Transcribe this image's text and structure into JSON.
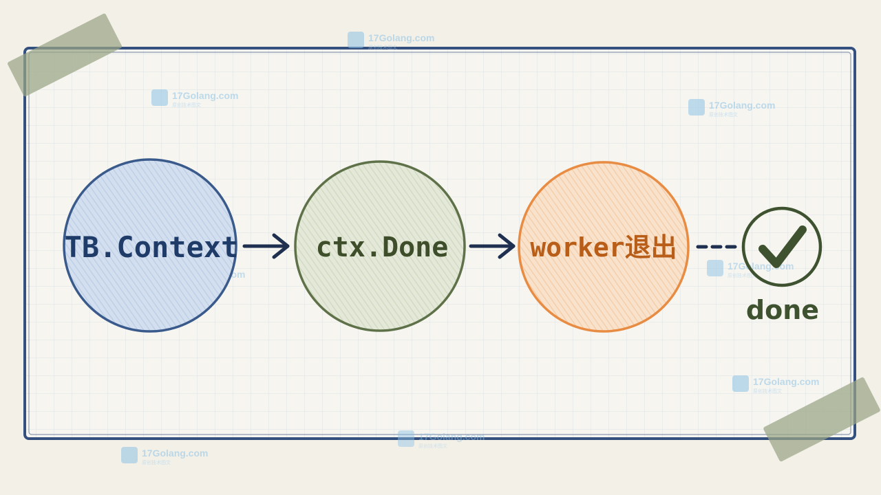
{
  "nodes": [
    {
      "label": "TB.Context",
      "stroke": "#3a5a8c",
      "fill": "#c9d8ec",
      "text_color": "#1f3b68"
    },
    {
      "label": "ctx.Done",
      "stroke": "#5f7149",
      "fill": "#dde4cf",
      "text_color": "#3e4e2a"
    },
    {
      "label": "worker退出",
      "stroke": "#e88c43",
      "fill": "#f7d9bd",
      "text_color": "#b85e18"
    }
  ],
  "end": {
    "icon": "check-icon",
    "label": "done",
    "color": "#3e5230"
  },
  "arrow_color": "#1f2f4f",
  "frame_color": "#34507f",
  "tape_color": "#9aa585",
  "watermark": {
    "site": "17Golang.com",
    "sub": "原创技术图文"
  }
}
